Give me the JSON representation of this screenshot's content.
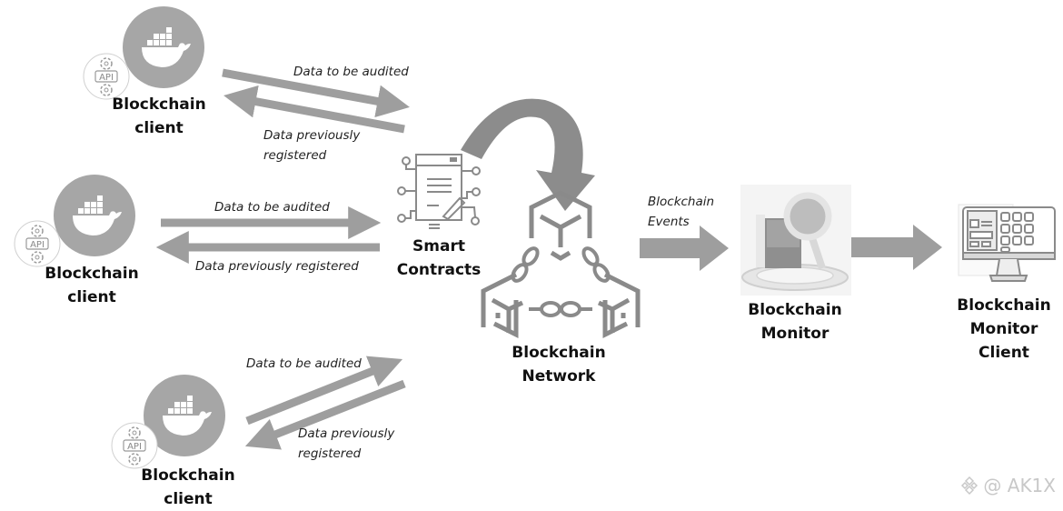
{
  "diagram": {
    "nodes": {
      "client_top": {
        "label": "Blockchain\nclient",
        "icon": "docker-whale-icon",
        "badge": "API"
      },
      "client_middle": {
        "label": "Blockchain\nclient",
        "icon": "docker-whale-icon",
        "badge": "API"
      },
      "client_bottom": {
        "label": "Blockchain\nclient",
        "icon": "docker-whale-icon",
        "badge": "API"
      },
      "smart_contracts": {
        "label": "Smart\nContracts",
        "icon": "smart-contract-document-icon"
      },
      "blockchain_network": {
        "label": "Blockchain\nNetwork",
        "icon": "blockchain-cubes-chain-icon"
      },
      "blockchain_monitor": {
        "label": "Blockchain\nMonitor",
        "icon": "monitor-magnifier-icon"
      },
      "blockchain_monitor_client": {
        "label": "Blockchain\nMonitor\nClient",
        "icon": "dashboard-monitor-icon"
      }
    },
    "edges": {
      "top_to": {
        "label": "Data to be audited"
      },
      "top_from": {
        "label": "Data previously\nregistered"
      },
      "middle_to": {
        "label": "Data to be audited"
      },
      "middle_from": {
        "label": "Data previously registered"
      },
      "bottom_to": {
        "label": "Data to be audited"
      },
      "bottom_from": {
        "label": "Data previously\nregistered"
      },
      "events": {
        "label": "Blockchain\nEvents"
      }
    },
    "colors": {
      "arrow": "#9e9e9e",
      "circle": "#a6a6a6",
      "icon_stroke": "#8a8a8a",
      "text": "#111111"
    }
  },
  "watermark": {
    "text": "@ AK1X"
  }
}
